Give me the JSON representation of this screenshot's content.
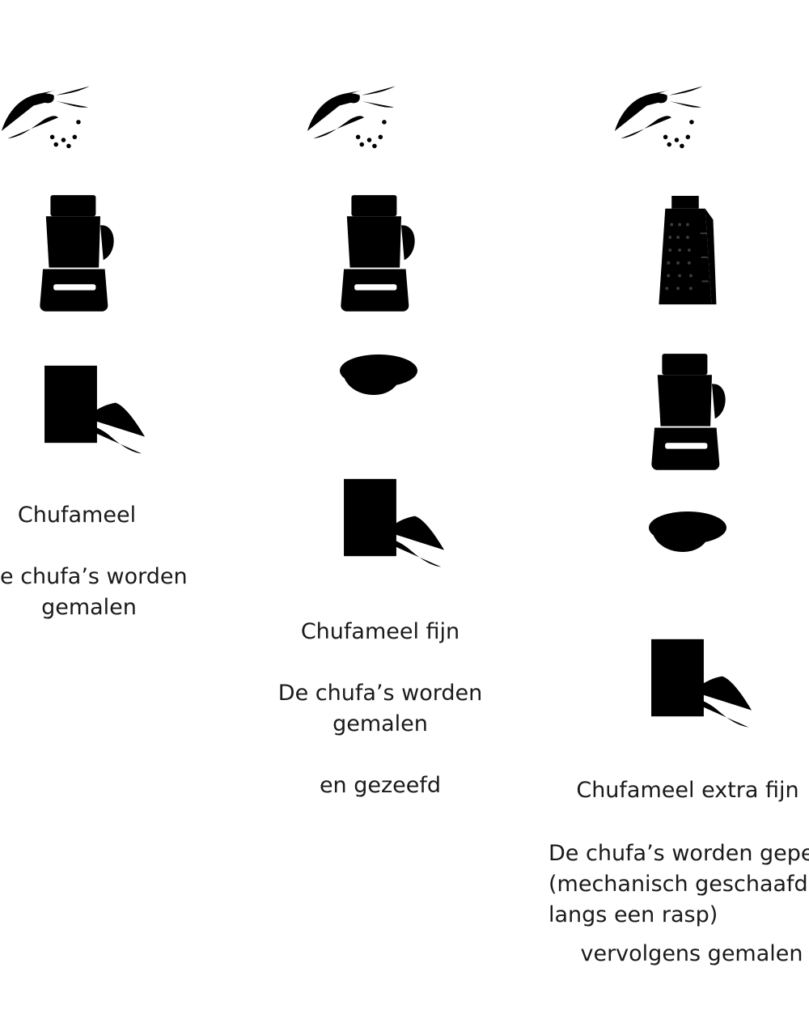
{
  "columns": [
    {
      "id": "col-1",
      "title": "Chufameel",
      "description": "e chufa’s worden\ngemalen",
      "extra": ""
    },
    {
      "id": "col-2",
      "title": "Chufameel fijn",
      "description": "De chufa’s worden\ngemalen",
      "extra": "en gezeefd"
    },
    {
      "id": "col-3",
      "title": "Chufameel extra fijn",
      "description": "De chufa’s worden gepe\n(mechanisch geschaafd\nlangs een rasp)",
      "extra": "vervolgens gemalen"
    }
  ],
  "icons": {
    "plant": "chufa-plant-icon",
    "blender": "blender-icon",
    "grater": "grater-icon",
    "sieve": "sieve-icon",
    "bag": "flour-bag-icon"
  },
  "colors": {
    "ink": "#2b2b2b",
    "dark_fill": "#3c3c3c",
    "paper": "#ffffff"
  }
}
